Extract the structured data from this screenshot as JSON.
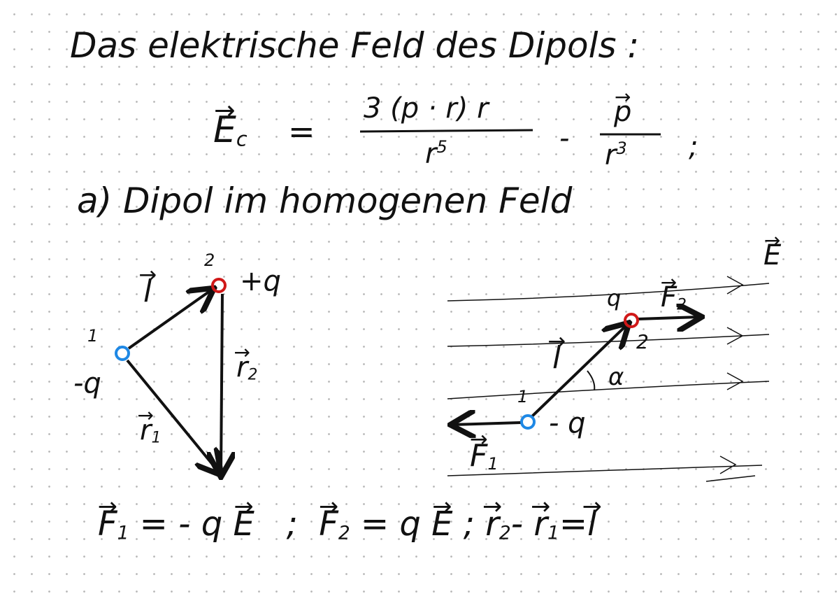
{
  "title": "Das elektrische Feld des Dipols :",
  "formula": {
    "lhs": "E",
    "lhs_sub": "c",
    "eq": "=",
    "num": "3 (p · r) r",
    "den": "r",
    "den_exp": "5",
    "minus": "-",
    "num2": "p",
    "den2": "r",
    "den2_exp": "3",
    "end": ";"
  },
  "section": "a) Dipol im homogenen Feld",
  "left_diagram": {
    "l": "l",
    "two": "2",
    "plus_q": "+q",
    "one": "1",
    "minus_q": "-q",
    "r2": "r",
    "r2_sub": "2",
    "r1": "r",
    "r1_sub": "1"
  },
  "right_diagram": {
    "E": "E",
    "F2": "F",
    "F2_sub": "2",
    "q": "q",
    "two": "2",
    "l": "l",
    "alpha": "α",
    "one": "1",
    "minus_q": "- q",
    "F1": "F",
    "F1_sub": "1"
  },
  "bottom": {
    "F1": "F",
    "F1_sub": "1",
    "eq1": "= - q",
    "E1": "E",
    "sep1": ";",
    "F2": "F",
    "F2_sub": "2",
    "eq2": "= q",
    "E2": "E",
    "sep2": ";",
    "r2": "r",
    "r2_sub": "2",
    "minus": "-",
    "r1": "r",
    "r1_sub": "1",
    "eq3": "=",
    "l": "l"
  },
  "colors": {
    "positive_charge": "#d01818",
    "negative_charge": "#1e88e5",
    "ink": "#111111"
  }
}
